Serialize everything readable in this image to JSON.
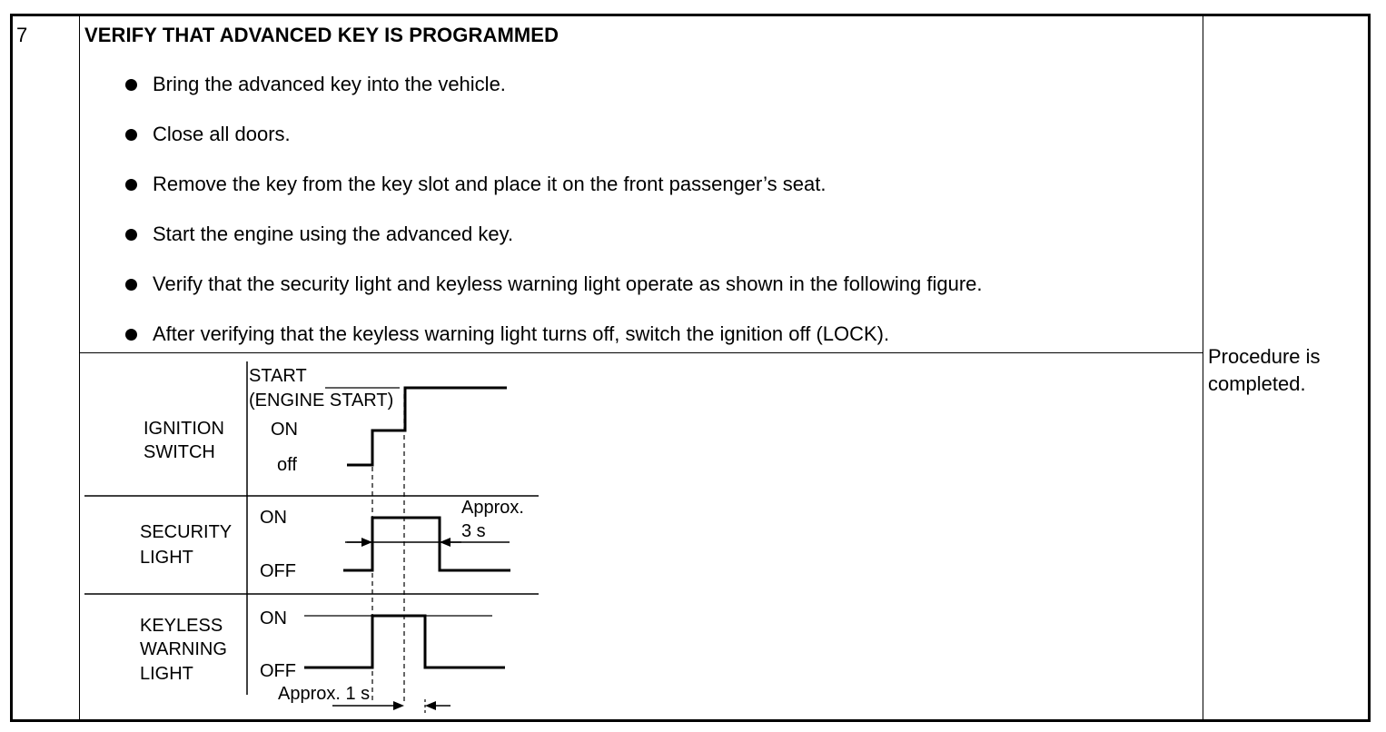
{
  "step": {
    "number": "7",
    "title": "VERIFY THAT ADVANCED KEY IS PROGRAMMED",
    "bullets": [
      "Bring the advanced key into the vehicle.",
      "Close all doors.",
      "Remove the key from the key slot and place it on the front passenger’s seat.",
      "Start the engine using the advanced key.",
      "Verify that the security light and keyless warning light operate as shown in the following figure.",
      "After verifying that the keyless warning light turns off, switch the ignition off (LOCK)."
    ],
    "result": "Procedure is completed."
  },
  "diagram": {
    "ignition": {
      "label_line1": "IGNITION",
      "label_line2": "SWITCH",
      "state_start_line1": "START",
      "state_start_line2": "(ENGINE START)",
      "state_on": "ON",
      "state_off": "off"
    },
    "security": {
      "label_line1": "SECURITY",
      "label_line2": "LIGHT",
      "state_on": "ON",
      "state_off": "OFF",
      "duration_line1": "Approx.",
      "duration_line2": "3 s"
    },
    "keyless": {
      "label_line1": "KEYLESS",
      "label_line2": "WARNING",
      "label_line3": "LIGHT",
      "state_on": "ON",
      "state_off": "OFF",
      "duration": "Approx. 1 s"
    }
  }
}
